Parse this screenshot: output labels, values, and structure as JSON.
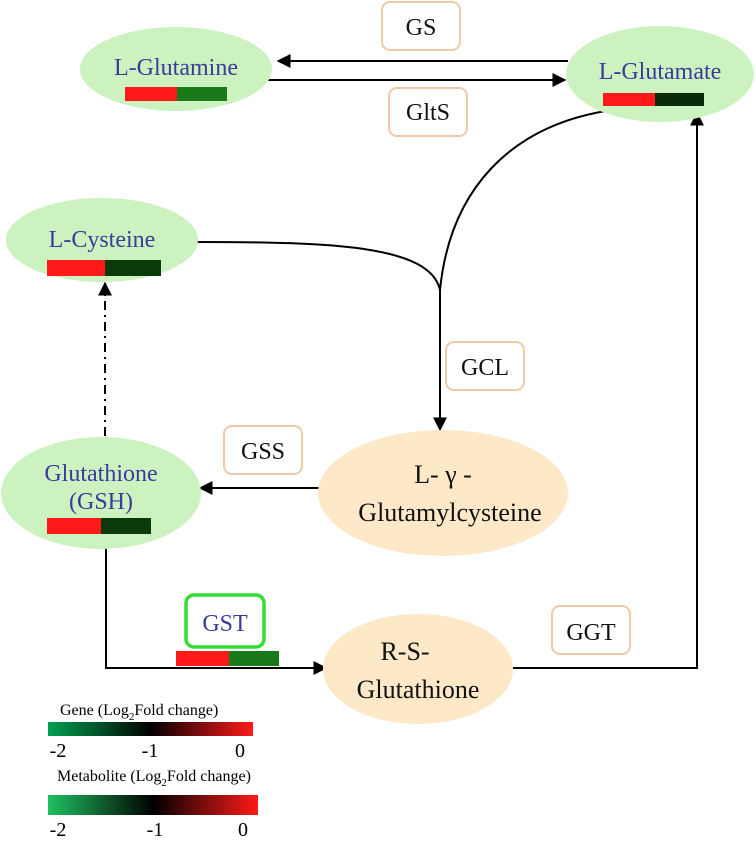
{
  "colors": {
    "metabolite_fill": "#ccf2c0",
    "intermediate_fill": "#fde8c8",
    "enzyme_border": "#f0c9a6",
    "highlight_border": "#33dd33",
    "metabolite_text": "#3b3b9a",
    "bar_red": "#ff1a1a",
    "bar_green": "#1a7a1a",
    "bar_dark_green": "#0a3a0a",
    "bar_black": "#050505"
  },
  "nodes": {
    "glutamine": {
      "label": "L-Glutamine"
    },
    "glutamate": {
      "label": "L-Glutamate"
    },
    "cysteine": {
      "label": "L-Cysteine"
    },
    "glutathione": {
      "line1": "Glutathione",
      "line2": "(GSH)"
    },
    "glutamylcysteine": {
      "line1": "L- γ -",
      "line2": "Glutamylcysteine"
    },
    "rs_glutathione": {
      "line1": "R-S-",
      "line2": "Glutathione"
    }
  },
  "enzymes": {
    "gs": "GS",
    "glts": "GltS",
    "gcl": "GCL",
    "gss": "GSS",
    "gst": "GST",
    "ggt": "GGT"
  },
  "legend": {
    "gene": {
      "title_prefix": "Gene (Log",
      "title_sub": "2",
      "title_suffix": "Fold change)",
      "ticks": [
        "-2",
        "-1",
        "0"
      ],
      "gradient": [
        "#00a050",
        "#000000",
        "#ff1a1a"
      ]
    },
    "metabolite": {
      "title_prefix": "Metabolite (Log",
      "title_sub": "2",
      "title_suffix": "Fold change)",
      "ticks": [
        "-2",
        "-1",
        "0"
      ],
      "gradient": [
        "#20c060",
        "#000000",
        "#ff1a1a"
      ]
    }
  }
}
